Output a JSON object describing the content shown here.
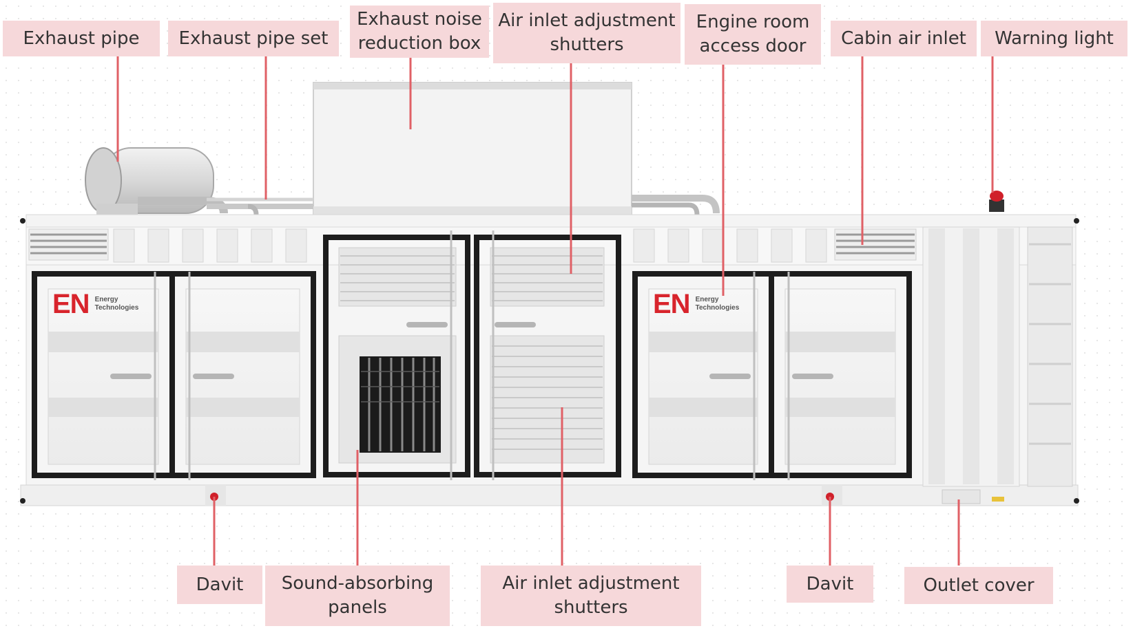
{
  "labels": {
    "exhaust_pipe": "Exhaust pipe",
    "exhaust_pipe_set": "Exhaust pipe set",
    "exhaust_noise_box_1": "Exhaust noise",
    "exhaust_noise_box_2": "reduction box",
    "air_inlet_top_1": "Air inlet adjustment",
    "air_inlet_top_2": "shutters",
    "engine_door_1": "Engine room",
    "engine_door_2": "access door",
    "cabin_air_inlet": "Cabin air inlet",
    "warning_light": "Warning light",
    "davit_left": "Davit",
    "sound_panels_1": "Sound-absorbing",
    "sound_panels_2": "panels",
    "air_inlet_bottom_1": "Air inlet adjustment",
    "air_inlet_bottom_2": "shutters",
    "davit_right": "Davit",
    "outlet_cover": "Outlet cover"
  },
  "brand": {
    "logo": "EN",
    "line1": "Energy",
    "line2": "Technologies"
  },
  "colors": {
    "label_bg": "#f6d8da",
    "leader_line": "#e06066",
    "logo_red": "#d8242c",
    "frame_dark": "#1d1d1d"
  }
}
